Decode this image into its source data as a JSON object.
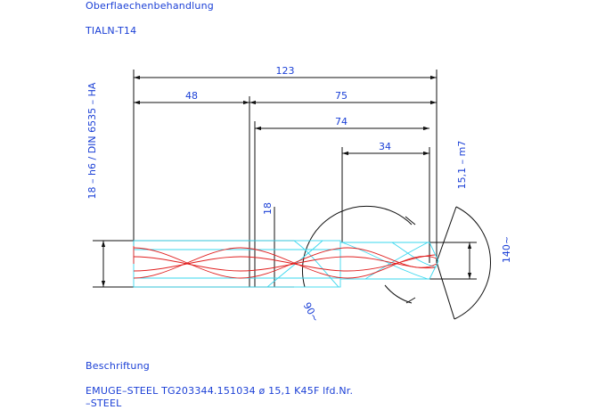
{
  "header": {
    "surface_title": "Oberflaechenbehandlung",
    "coating": "TIALN-T14"
  },
  "drawing": {
    "dims": {
      "overall_length": "123",
      "shank_length": "48",
      "body_length": "75",
      "flute_reach": "74",
      "cutting_length": "34",
      "shank_diameter": "18",
      "shank_tolerance_label": "18 – h6 / DIN 6535 – HA",
      "cutting_diameter_label": "15,1 – m7",
      "point_angle": "140~",
      "helix_angle": "90~"
    }
  },
  "footer": {
    "label_title": "Beschriftung",
    "label_line1": "EMUGE–STEEL   TG203344.151034     ø 15,1     K45F   lfd.Nr.",
    "label_line2": "–STEEL"
  },
  "colors": {
    "text": "#1a3fd6",
    "outline": "#111111",
    "flute": "#3ad7ee",
    "helix": "#e02020"
  }
}
